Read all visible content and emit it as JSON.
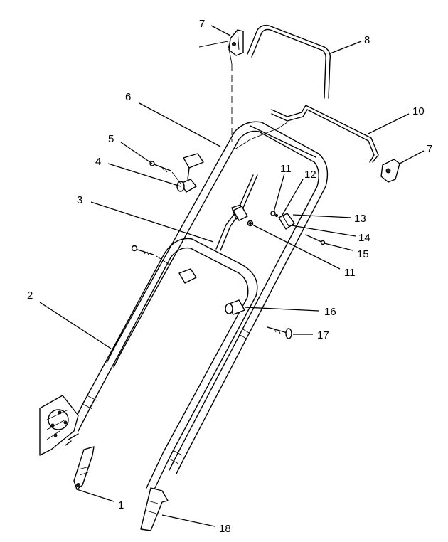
{
  "callouts": [
    {
      "id": "c1",
      "text": "1"
    },
    {
      "id": "c2",
      "text": "2"
    },
    {
      "id": "c3",
      "text": "3"
    },
    {
      "id": "c4",
      "text": "4"
    },
    {
      "id": "c5",
      "text": "5"
    },
    {
      "id": "c6",
      "text": "6"
    },
    {
      "id": "c7a",
      "text": "7"
    },
    {
      "id": "c7b",
      "text": "7"
    },
    {
      "id": "c8",
      "text": "8"
    },
    {
      "id": "c10",
      "text": "10"
    },
    {
      "id": "c11a",
      "text": "11"
    },
    {
      "id": "c11b",
      "text": "11"
    },
    {
      "id": "c12",
      "text": "12"
    },
    {
      "id": "c13",
      "text": "13"
    },
    {
      "id": "c14",
      "text": "14"
    },
    {
      "id": "c15",
      "text": "15"
    },
    {
      "id": "c16",
      "text": "16"
    },
    {
      "id": "c17",
      "text": "17"
    },
    {
      "id": "c18",
      "text": "18"
    }
  ]
}
